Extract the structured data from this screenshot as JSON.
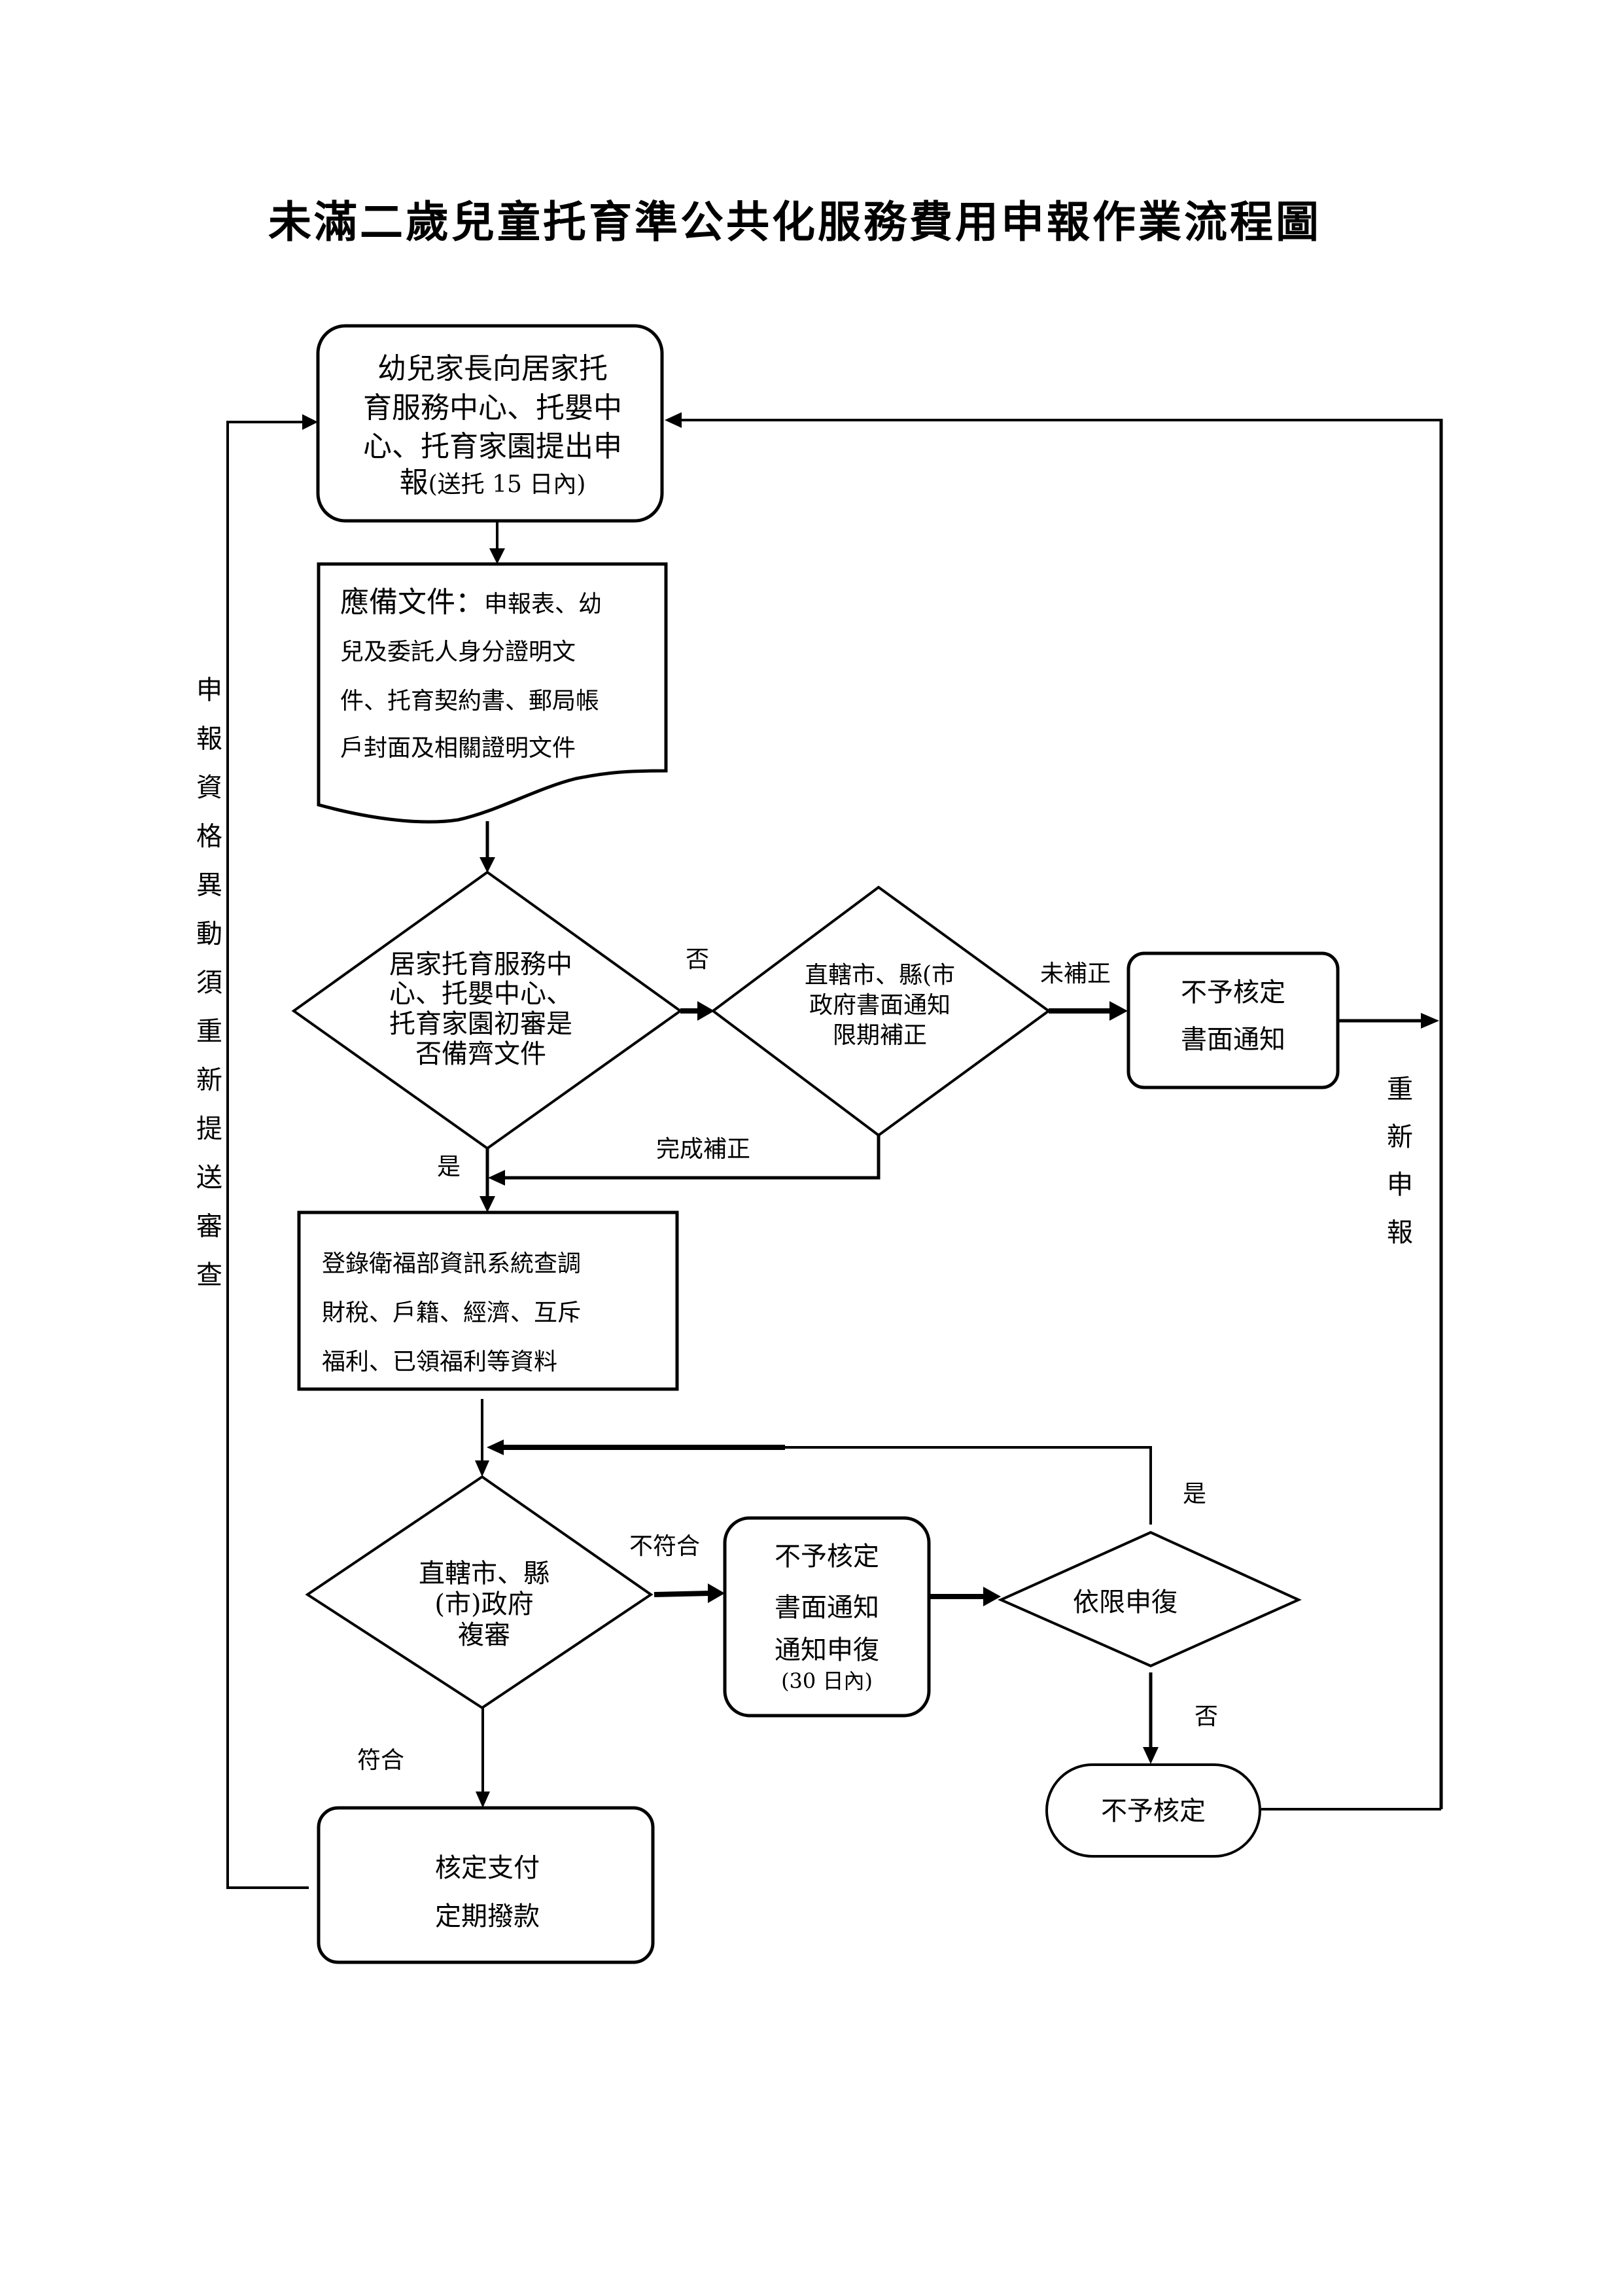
{
  "title": "未滿二歲兒童托育準公共化服務費用申報作業流程圖",
  "nodes": {
    "parent_application": {
      "lines": [
        "幼兒家長向居家托",
        "育服務中心、托嬰中",
        "心、托育家園提出申"
      ],
      "last_line_main": "報",
      "last_line_note": "(送托 15 日內)"
    },
    "required_documents": {
      "heading": "應備文件：",
      "lines": [
        "申報表、幼",
        "兒及委託人身分證明文",
        "件、托育契約書、郵局帳",
        "戶封面及相關證明文件"
      ]
    },
    "initial_review": {
      "lines": [
        "居家托育服務中",
        "心、托嬰中心、",
        "托育家園初審是",
        "否備齊文件"
      ]
    },
    "correction_notice": {
      "lines": [
        "直轄市、縣(市",
        "政府書面通知",
        "限期補正"
      ]
    },
    "rejection_notice_1": {
      "lines": [
        "不予核定",
        "書面通知"
      ]
    },
    "system_check": {
      "lines": [
        "登錄衛福部資訊系統查調",
        "財稅、戶籍、經濟、互斥",
        "福利、已領福利等資料"
      ]
    },
    "government_review": {
      "lines": [
        "直轄市、縣",
        "(市)政府",
        "複審"
      ]
    },
    "rejection_notice_2": {
      "lines": [
        "不予核定",
        "書面通知",
        "通知申復",
        "(30 日內)"
      ]
    },
    "appeal_decision": {
      "lines": [
        "依限申復"
      ]
    },
    "rejection_final": {
      "lines": [
        "不予核定"
      ]
    },
    "approval_payment": {
      "lines": [
        "核定支付",
        "定期撥款"
      ]
    }
  },
  "edge_labels": {
    "initial_no": "否",
    "initial_yes": "是",
    "not_corrected": "未補正",
    "corrected": "完成補正",
    "review_fail": "不符合",
    "review_pass": "符合",
    "appeal_yes": "是",
    "appeal_no": "否"
  },
  "side_labels": {
    "left_loop": [
      "申",
      "報",
      "資",
      "格",
      "異",
      "動",
      "須",
      "重",
      "新",
      "提",
      "送",
      "審",
      "查"
    ],
    "right_loop": [
      "重",
      "新",
      "申",
      "報"
    ]
  }
}
